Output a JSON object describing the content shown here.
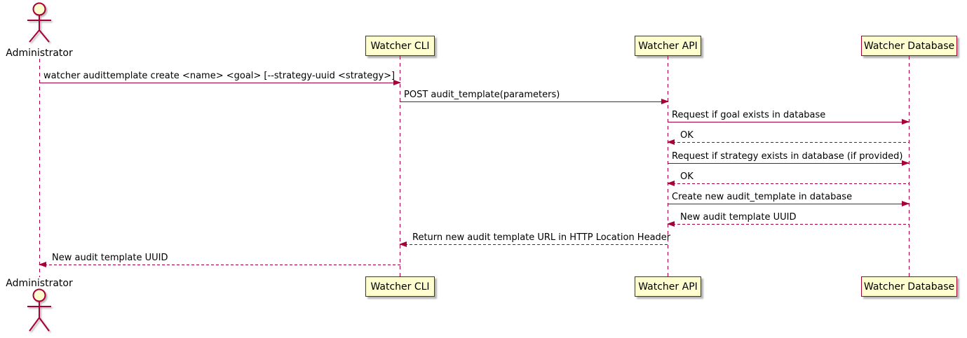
{
  "diagram_type": "sequence-diagram",
  "colors": {
    "participant_fill": "#FEFECE",
    "line_and_border": "#A80036",
    "text": "#000000",
    "background": "#FFFFFF"
  },
  "participants": [
    {
      "label": "Administrator",
      "type": "actor"
    },
    {
      "label": "Watcher CLI",
      "type": "participant"
    },
    {
      "label": "Watcher API",
      "type": "participant"
    },
    {
      "label": "Watcher Database",
      "type": "participant"
    }
  ],
  "messages": [
    {
      "label": "watcher audittemplate create <name> <goal> [--strategy-uuid <strategy>]",
      "from": "Administrator",
      "to": "Watcher CLI",
      "line": "solid"
    },
    {
      "label": "POST audit_template(parameters)",
      "from": "Watcher CLI",
      "to": "Watcher API",
      "line": "solid"
    },
    {
      "label": "Request if goal exists in database",
      "from": "Watcher API",
      "to": "Watcher Database",
      "line": "solid"
    },
    {
      "label": "OK",
      "from": "Watcher Database",
      "to": "Watcher API",
      "line": "dashed"
    },
    {
      "label": "Request if strategy exists in database (if provided)",
      "from": "Watcher API",
      "to": "Watcher Database",
      "line": "solid"
    },
    {
      "label": "OK",
      "from": "Watcher Database",
      "to": "Watcher API",
      "line": "dashed"
    },
    {
      "label": "Create new audit_template in database",
      "from": "Watcher API",
      "to": "Watcher Database",
      "line": "solid"
    },
    {
      "label": "New audit template UUID",
      "from": "Watcher Database",
      "to": "Watcher API",
      "line": "dashed"
    },
    {
      "label": "Return new audit template URL in HTTP Location Header",
      "from": "Watcher API",
      "to": "Watcher CLI",
      "line": "dashed"
    },
    {
      "label": "New audit template UUID",
      "from": "Watcher CLI",
      "to": "Administrator",
      "line": "dashed"
    }
  ]
}
